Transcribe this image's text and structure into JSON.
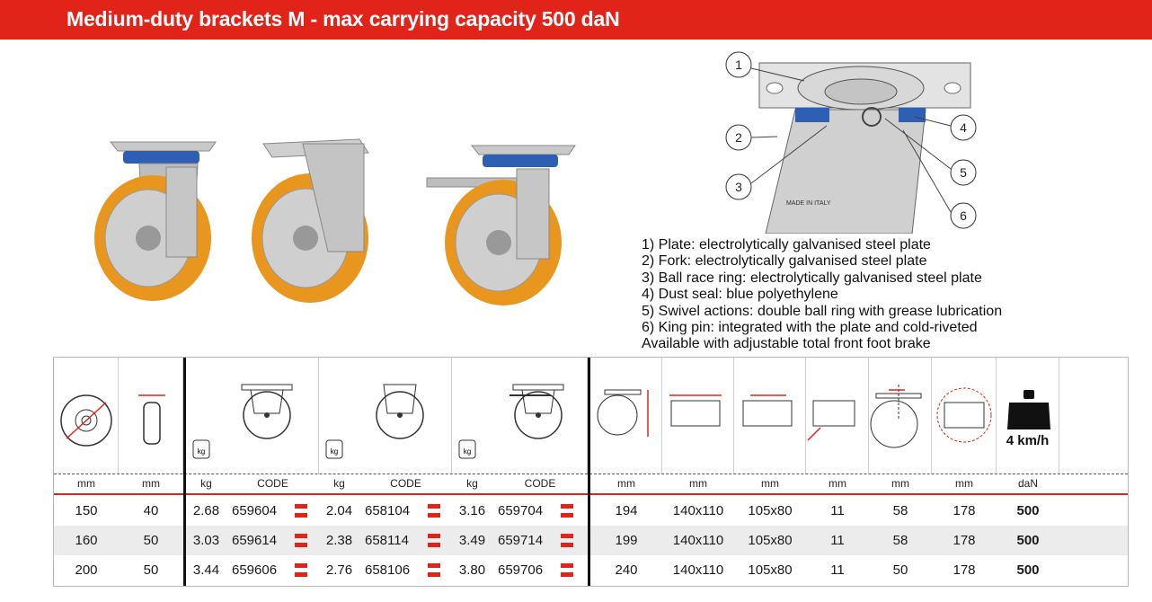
{
  "header": {
    "title": "Medium-duty brackets M - max carrying capacity 500 daN"
  },
  "features": [
    "1) Plate: electrolytically galvanised steel plate",
    "2) Fork: electrolytically galvanised steel plate",
    "3) Ball race ring: electrolytically galvanised steel plate",
    "4) Dust seal: blue polyethylene",
    "5) Swivel actions: double ball ring with grease lubrication",
    "6) King pin: integrated with the plate and cold-riveted",
    "Available with adjustable total front foot brake"
  ],
  "diagram": {
    "callouts": [
      "1",
      "2",
      "3",
      "4",
      "5",
      "6"
    ],
    "stamp": "MADE IN ITALY"
  },
  "icons": {
    "wheel_diameter": "wheel-diameter-icon",
    "wheel_width": "wheel-width-icon",
    "weight_kg": "kg",
    "speed": "4 km/h"
  },
  "units": [
    "mm",
    "mm",
    "kg",
    "CODE",
    "kg",
    "CODE",
    "kg",
    "CODE",
    "mm",
    "mm",
    "mm",
    "mm",
    "mm",
    "mm",
    "daN"
  ],
  "rows": [
    {
      "diameter": "150",
      "width": "40",
      "kg1": "2.68",
      "code1": "659604",
      "kg2": "2.04",
      "code2": "658104",
      "kg3": "3.16",
      "code3": "659704",
      "height": "194",
      "plate": "140x110",
      "holes": "105x80",
      "bolt": "11",
      "offset": "58",
      "swivel": "178",
      "load": "500"
    },
    {
      "diameter": "160",
      "width": "50",
      "kg1": "3.03",
      "code1": "659614",
      "kg2": "2.38",
      "code2": "658114",
      "kg3": "3.49",
      "code3": "659714",
      "height": "199",
      "plate": "140x110",
      "holes": "105x80",
      "bolt": "11",
      "offset": "58",
      "swivel": "178",
      "load": "500"
    },
    {
      "diameter": "200",
      "width": "50",
      "kg1": "3.44",
      "code1": "659606",
      "kg2": "2.76",
      "code2": "658106",
      "kg3": "3.80",
      "code3": "659706",
      "height": "240",
      "plate": "140x110",
      "holes": "105x80",
      "bolt": "11",
      "offset": "50",
      "swivel": "178",
      "load": "500"
    }
  ],
  "colors": {
    "brand_red": "#e2231a",
    "polyurethane_orange": "#e8961e",
    "seal_blue": "#2f5fb3"
  }
}
